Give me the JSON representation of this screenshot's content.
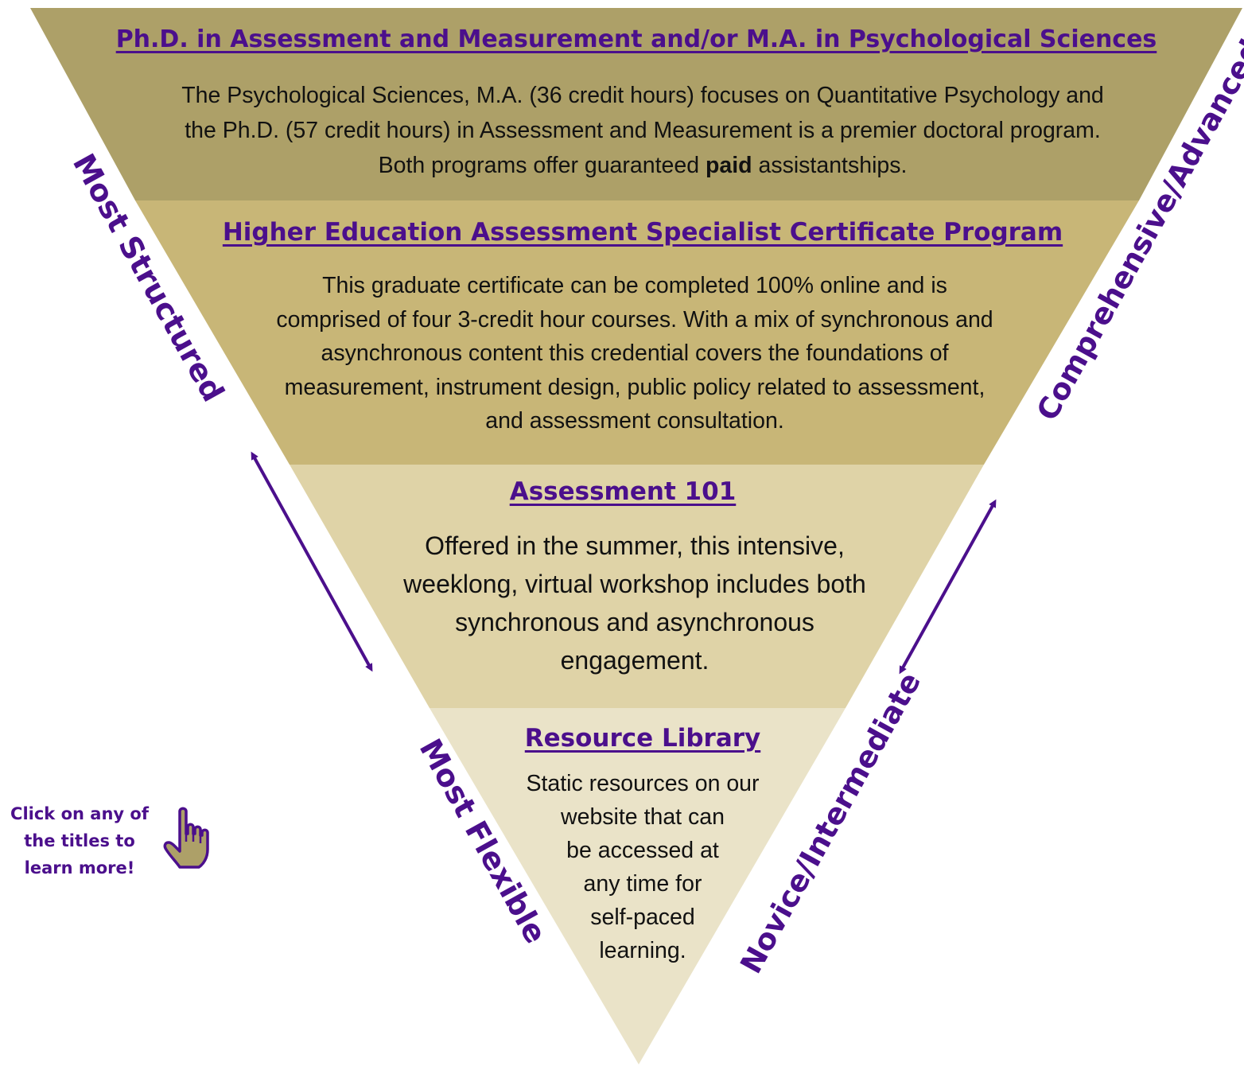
{
  "colors": {
    "tier1": "#ada068",
    "tier2": "#c8b677",
    "tier3": "#dfd3a7",
    "tier4": "#eae3c8",
    "accent": "#4b0f8c"
  },
  "tiers": [
    {
      "title": "Ph.D. in Assessment and Measurement and/or M.A. in Psychological Sciences",
      "lines": [
        "The Psychological Sciences, M.A. (36 credit hours) focuses on Quantitative Psychology and",
        "the Ph.D. (57 credit hours) in Assessment and Measurement is a premier doctoral program."
      ],
      "last_line_before": "Both programs offer guaranteed ",
      "last_line_bold": "paid",
      "last_line_after": " assistantships."
    },
    {
      "title": "Higher Education Assessment Specialist Certificate Program",
      "lines": [
        "This graduate certificate can be completed 100% online and is",
        "comprised of four 3-credit hour courses. With a mix of synchronous and",
        "asynchronous content this credential covers the foundations of",
        "measurement, instrument design, public policy related to assessment,",
        "and assessment consultation."
      ]
    },
    {
      "title": "Assessment 101",
      "lines": [
        "Offered in the summer, this intensive,",
        "weeklong, virtual workshop includes both",
        "synchronous and asynchronous",
        "engagement."
      ]
    },
    {
      "title": "Resource Library",
      "lines": [
        "Static resources on our",
        "website that can",
        "be accessed at",
        "any time for",
        "self-paced",
        "learning."
      ]
    }
  ],
  "side_labels": {
    "left_top": "Most Structured",
    "left_bottom": "Most Flexible",
    "right_top": "Comprehensive/Advanced",
    "right_bottom": "Novice/Intermediate"
  },
  "hint": {
    "lines": [
      "Click on any of",
      "the titles to",
      "learn more!"
    ],
    "icon": "pointing-hand-icon"
  }
}
